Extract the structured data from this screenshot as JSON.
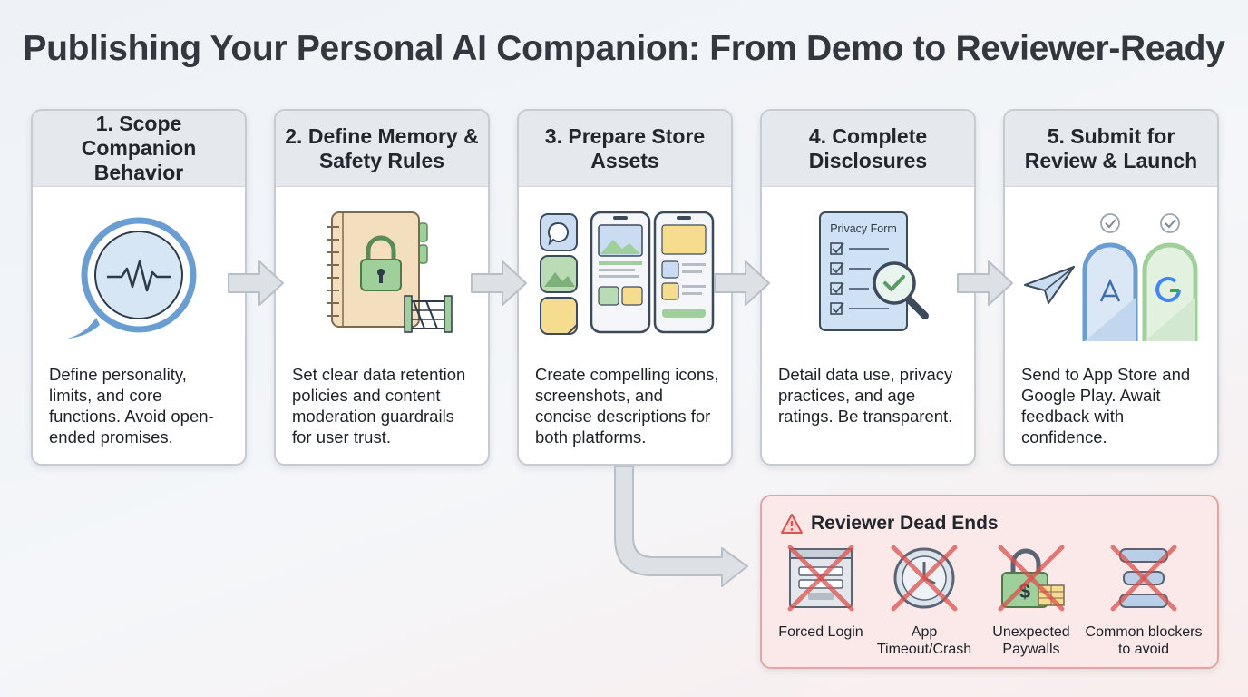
{
  "title": "Publishing Your Personal AI Companion: From Demo to Reviewer-Ready",
  "steps": [
    {
      "heading": "1. Scope Companion Behavior",
      "icon": "chat-waveform-icon",
      "body": "Define personality, limits, and core functions. Avoid open-ended promises."
    },
    {
      "heading": "2. Define Memory & Safety Rules",
      "icon": "locked-notebook-icon",
      "body": "Set clear data retention policies and content moderation guardrails for user trust."
    },
    {
      "heading": "3. Prepare Store Assets",
      "icon": "phone-screenshots-icon",
      "body": "Create compelling icons, screenshots, and concise descriptions for both platforms."
    },
    {
      "heading": "4. Complete Disclosures",
      "icon": "privacy-form-icon",
      "form_label": "Privacy Form",
      "body": "Detail data use, privacy practices, and age ratings. Be transparent."
    },
    {
      "heading": "5. Submit for Review & Launch",
      "icon": "submit-stores-icon",
      "body": "Send to App Store and Google Play. Await feedback with confidence."
    }
  ],
  "dead_ends": {
    "heading": "Reviewer Dead Ends",
    "icon": "warning-icon",
    "items": [
      {
        "label": "Forced Login",
        "icon": "login-form-crossed-icon"
      },
      {
        "label": "App Timeout/Crash",
        "icon": "clock-crossed-icon"
      },
      {
        "label": "Unexpected Paywalls",
        "icon": "paywall-crossed-icon"
      },
      {
        "label": "Common blockers to avoid",
        "icon": "blocker-crossed-icon"
      }
    ]
  },
  "colors": {
    "accent_blue": "#6a9ed3",
    "accent_green": "#9fcf9a",
    "accent_yellow": "#f6dc8e",
    "danger_red": "#d9534f",
    "dead_end_bg": "#fbe9e9"
  }
}
